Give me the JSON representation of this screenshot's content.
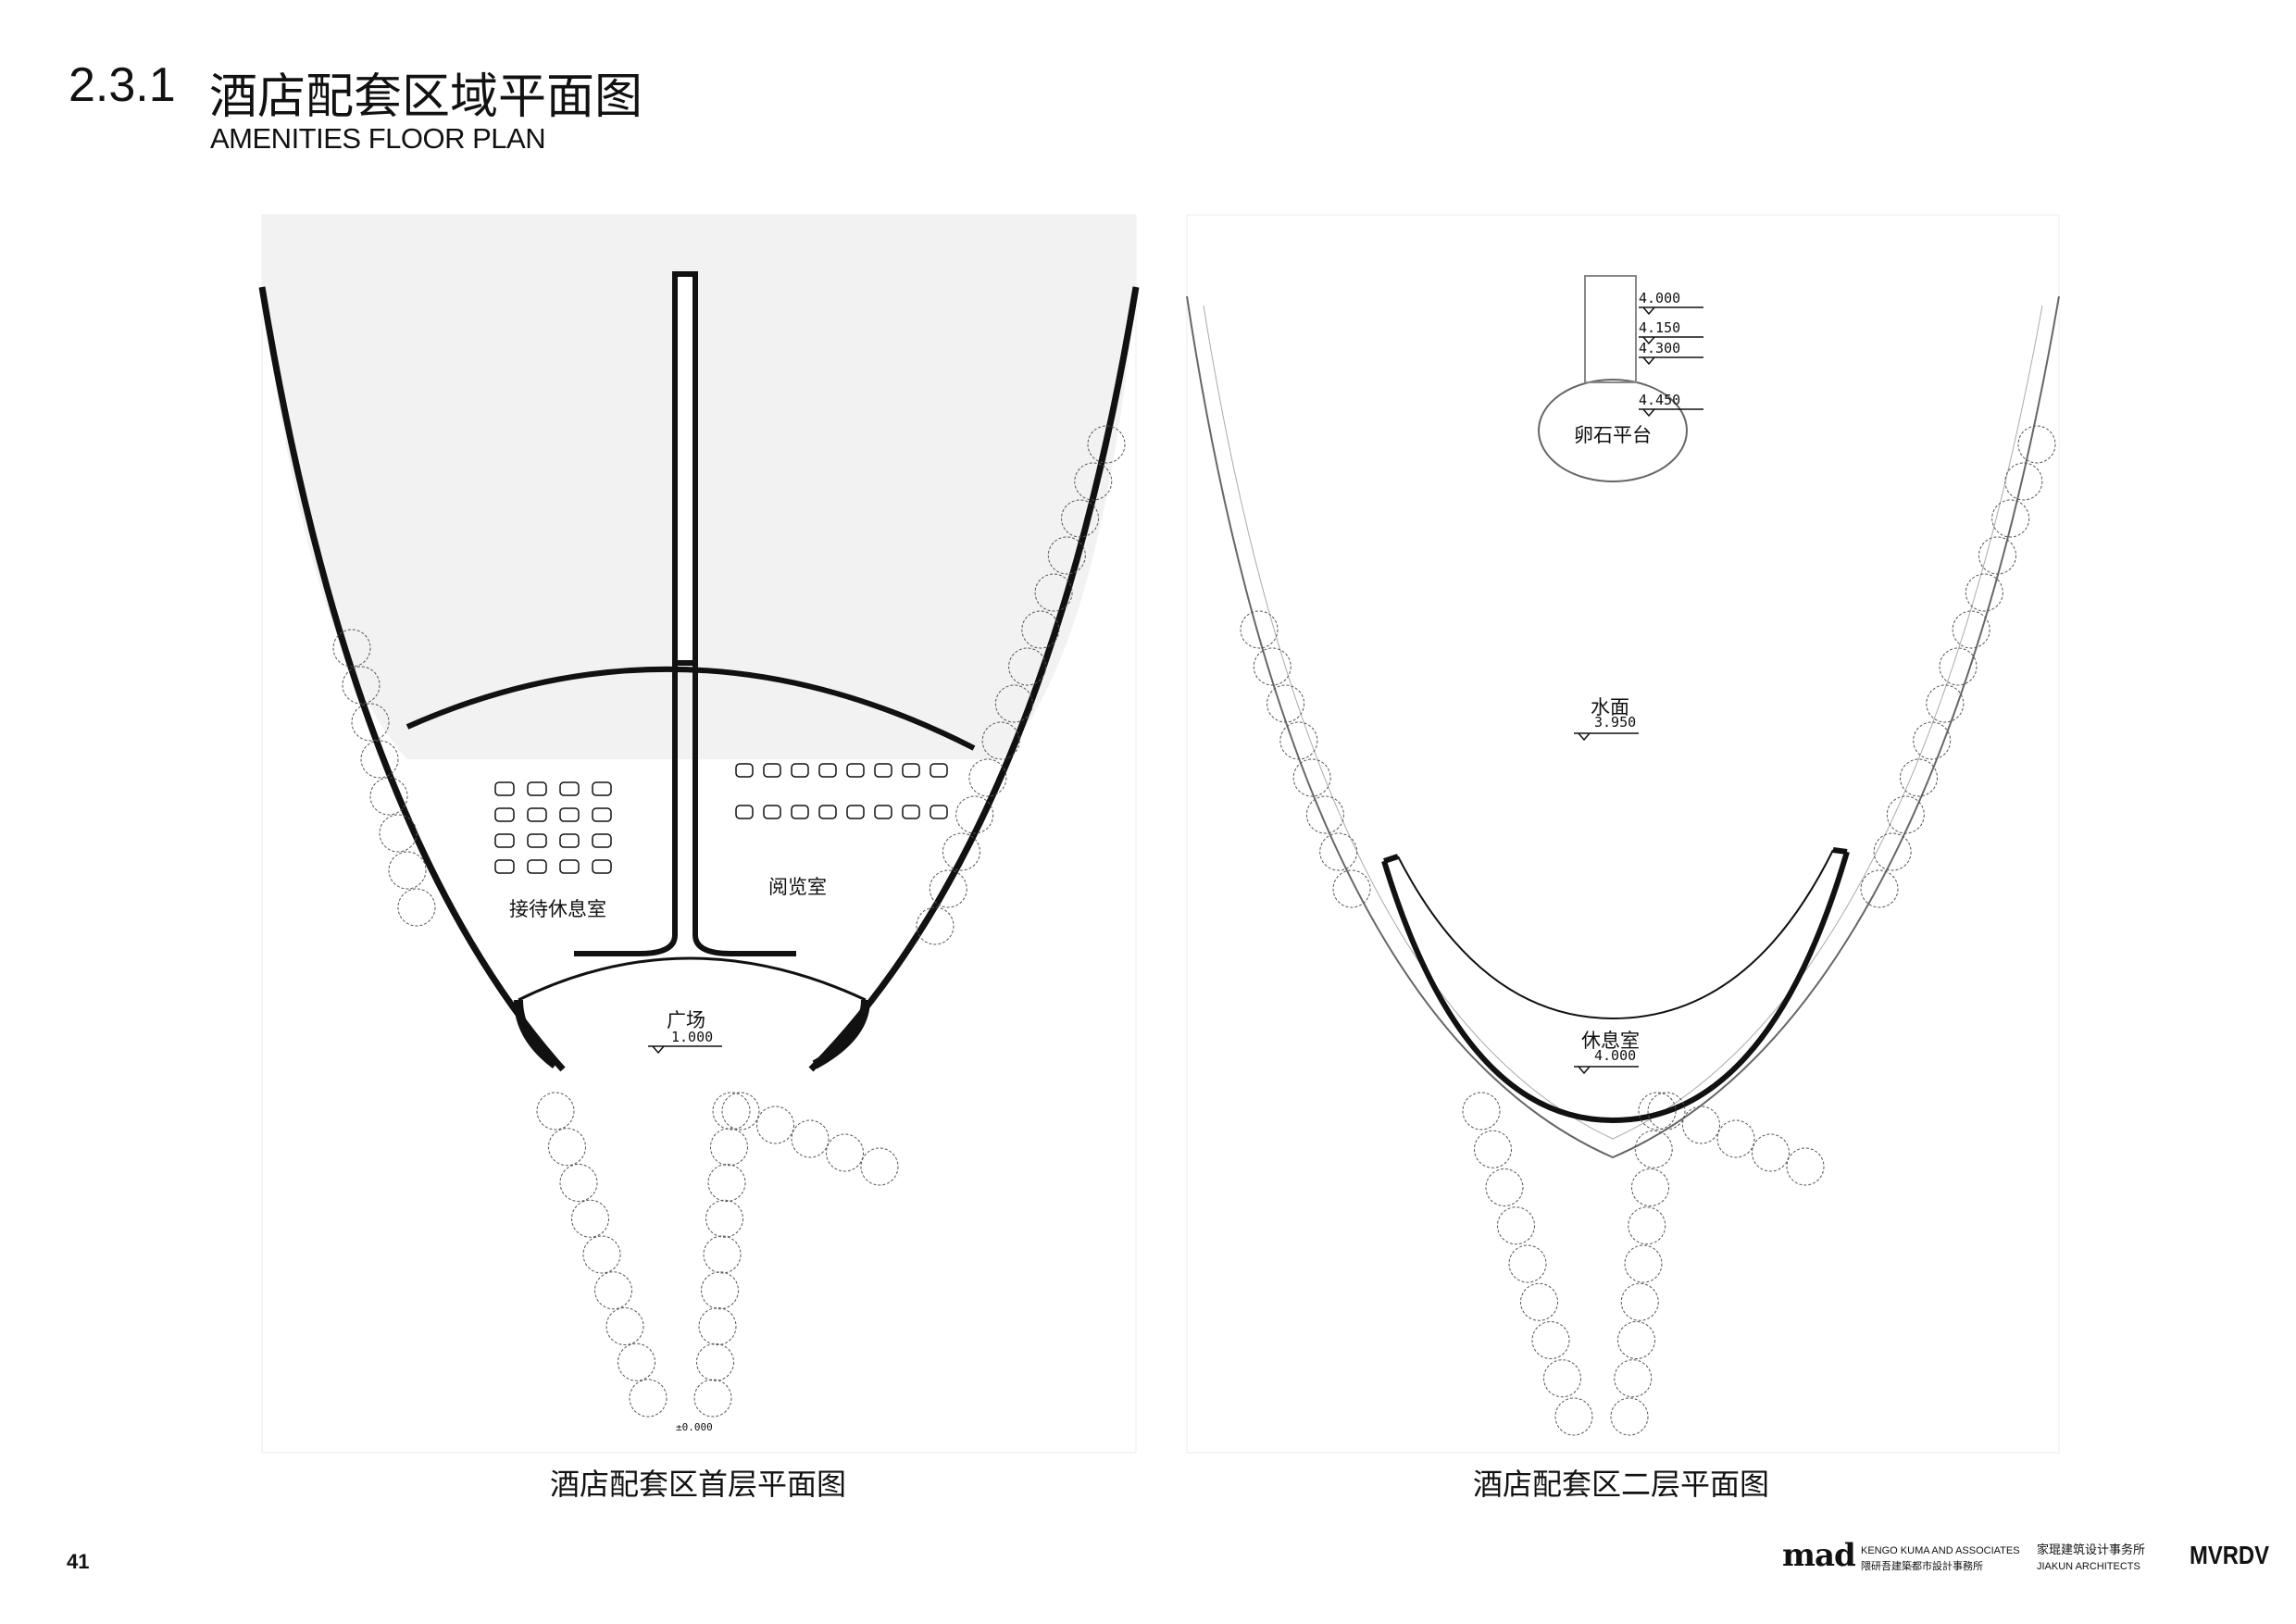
{
  "header": {
    "section_number": "2.3.1",
    "title_cn": "酒店配套区域平面图",
    "subtitle": "AMENITIES FLOOR PLAN"
  },
  "plan_ground": {
    "caption": "酒店配套区首层平面图",
    "rooms": {
      "reception_lounge": "接待休息室",
      "reading_room": "阅览室",
      "plaza": "广场"
    },
    "elevations": {
      "plaza": "1.000",
      "entry": "±0.000"
    }
  },
  "plan_second": {
    "caption": "酒店配套区二层平面图",
    "rooms": {
      "pebble_platform": "卵石平台",
      "water": "水面",
      "lounge": "休息室"
    },
    "elevations": {
      "stair_1": "4.000",
      "stair_2": "4.150",
      "stair_3": "4.300",
      "platform": "4.450",
      "water": "3.950",
      "lounge": "4.000"
    }
  },
  "footer": {
    "page_number": "41",
    "logo_mad": "mad",
    "kengo_en": "KENGO KUMA AND ASSOCIATES",
    "kengo_cn": "隈研吾建築都市設計事務所",
    "jiakun_cn": "家琨建筑设计事务所",
    "jiakun_en": "JIAKUN   ARCHITECTS",
    "logo_mvrdv": "MVRDV"
  }
}
